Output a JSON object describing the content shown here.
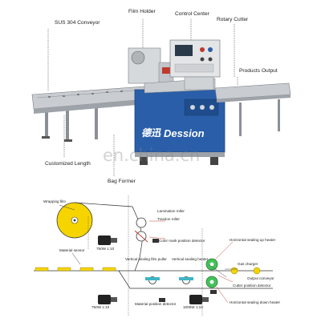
{
  "photo": {
    "labels": {
      "film_holder": "Film Holder",
      "control_center": "Control Center",
      "rotary_cutter": "Rotary Cutter",
      "sus_conveyor": "SUS 304 Conveyor",
      "products_output": "Products Output",
      "bag_former": "Bag Former",
      "custom_length": "Customized Length"
    },
    "brand": {
      "cn": "德迅",
      "en": "Dession"
    },
    "watermark": "en.china.cn"
  },
  "diagram": {
    "labels": {
      "wrapping_film": "Wrapping film",
      "lamination_roller": "Lamination roller",
      "traction_roller": "Traction roller",
      "color_mark_detector": "Color mark position detector",
      "material_sensor": "Material sensor",
      "motor_top": "750W 1:10",
      "horizontal_up_heater": "Horizontal sealing up heater",
      "vertical_film_puller": "Vertical sealing film puller",
      "vertical_heater": "Vertical sealing heater",
      "gas_charger": "Gas charger",
      "output_conveyor": "Output conveyor",
      "cutter_detector": "Cutter position detector",
      "horizontal_down_heater": "Horizontal sealing down heater",
      "motor_bottom_left": "750W 1:10",
      "material_detector": "Material position detector",
      "motor_bottom_right": "1000W 1:10"
    }
  },
  "colors": {
    "machine_steel": "#c9ccd0",
    "machine_blue": "#2a5ea8",
    "film_yellow": "#f5d400",
    "roller_green": "#44c25a",
    "accent_red": "#c0392b",
    "guide_line": "#333333"
  }
}
